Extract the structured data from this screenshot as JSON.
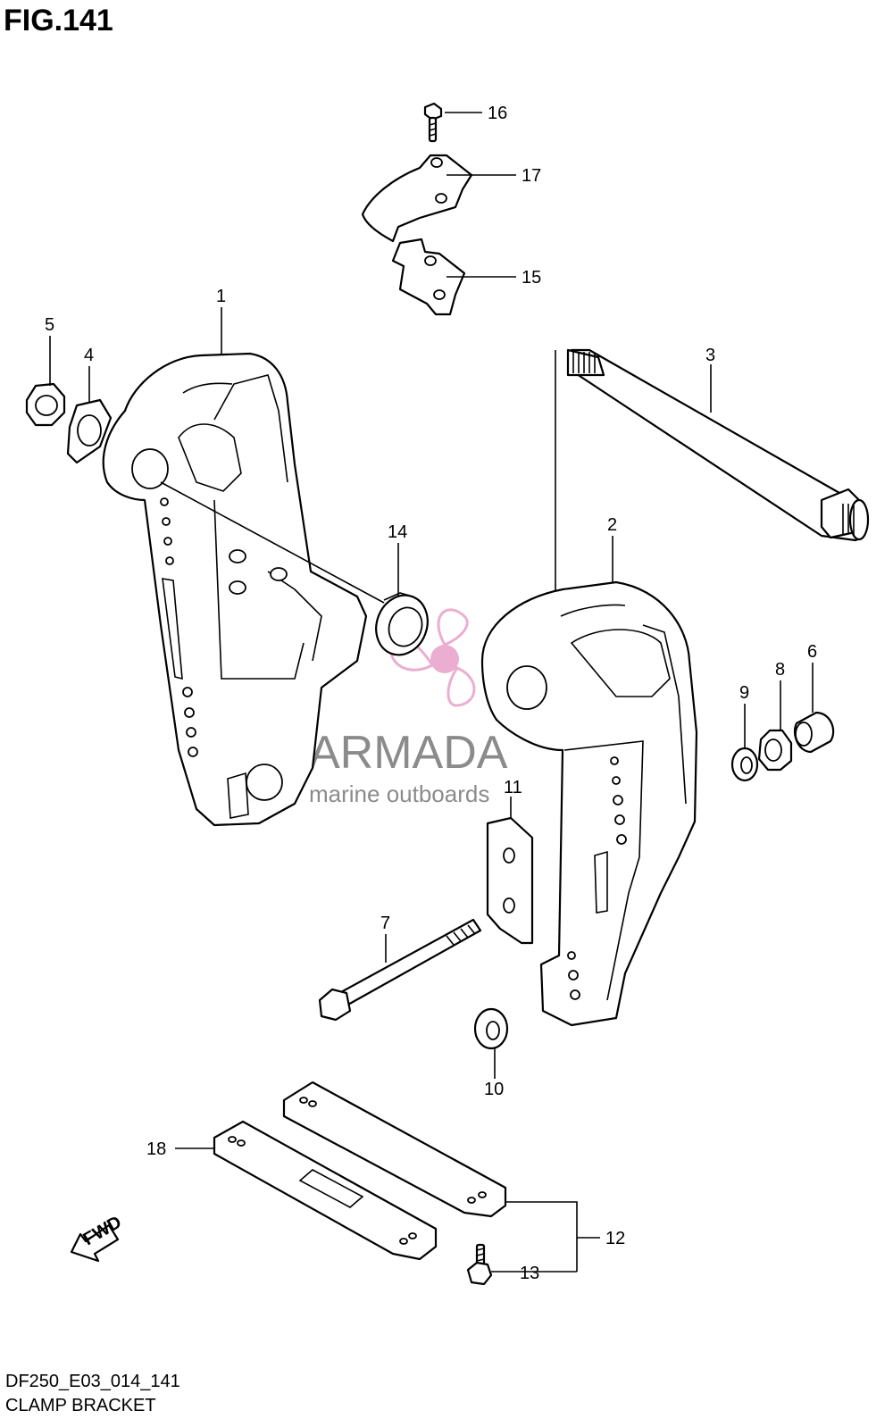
{
  "figure": {
    "title": "FIG.141",
    "code": "DF250_E03_014_141",
    "name": "CLAMP BRACKET"
  },
  "watermark": {
    "brand": "ARMADA",
    "tagline": "marine outboards",
    "accent_color": "#e8a0c8",
    "text_color": "#777777"
  },
  "direction_marker": {
    "label": "FWD",
    "icon": "arrow-icon"
  },
  "callouts": [
    {
      "id": "c1",
      "label": "1"
    },
    {
      "id": "c2",
      "label": "2"
    },
    {
      "id": "c3",
      "label": "3"
    },
    {
      "id": "c4",
      "label": "4"
    },
    {
      "id": "c5",
      "label": "5"
    },
    {
      "id": "c6",
      "label": "6"
    },
    {
      "id": "c7",
      "label": "7"
    },
    {
      "id": "c8",
      "label": "8"
    },
    {
      "id": "c9",
      "label": "9"
    },
    {
      "id": "c10",
      "label": "10"
    },
    {
      "id": "c11",
      "label": "11"
    },
    {
      "id": "c12",
      "label": "12"
    },
    {
      "id": "c13",
      "label": "13"
    },
    {
      "id": "c14",
      "label": "14"
    },
    {
      "id": "c15",
      "label": "15"
    },
    {
      "id": "c16",
      "label": "16"
    },
    {
      "id": "c17",
      "label": "17"
    },
    {
      "id": "c18",
      "label": "18"
    }
  ]
}
